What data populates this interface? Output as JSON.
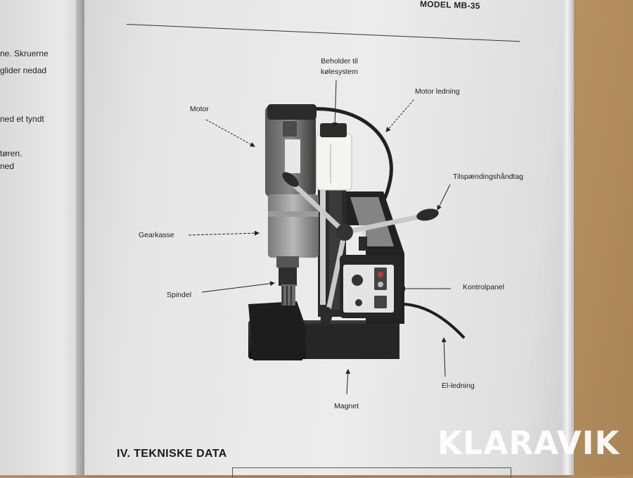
{
  "left_page": {
    "lines": [
      "ne. Skruerne",
      "glider nedad",
      "ned et tyndt",
      "tøren.",
      "ned"
    ]
  },
  "header": {
    "model": "MODEL MB-35"
  },
  "diagram_labels": {
    "beholder": [
      "Beholder til",
      "kølesystem"
    ],
    "motor_ledning": "Motor ledning",
    "motor": "Motor",
    "tilspaendingshaandtag": "Tilspændingshåndtag",
    "gearkasse": "Gearkasse",
    "kontrolpanel": "Kontrolpanel",
    "spindel": "Spindel",
    "el_ledning": "El-ledning",
    "magnet": "Magnet"
  },
  "section_title": "IV. TEKNISKE DATA",
  "watermark": "KLARAVIK",
  "colors": {
    "paper": "#e8e8e8",
    "table": "#b48d5f",
    "machine": "#2a2a2a",
    "text": "#1e1e1e"
  }
}
